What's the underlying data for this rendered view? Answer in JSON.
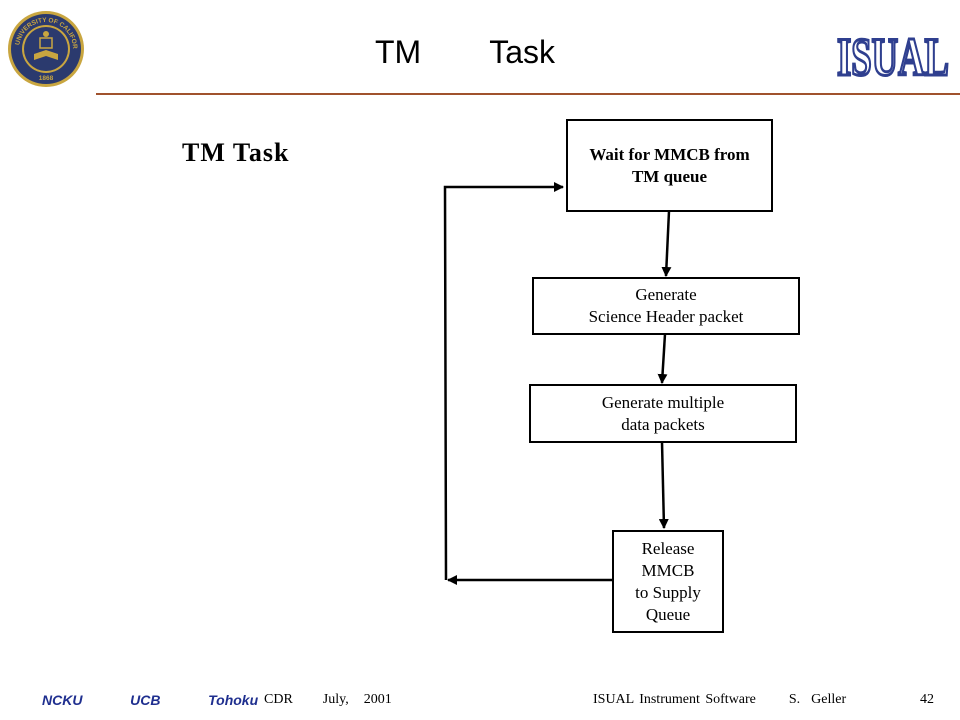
{
  "header": {
    "title": "TM   Task",
    "logo_text": "ISUAL",
    "seal_ring_text": "THE UNIVERSITY OF CALIFORNIA",
    "seal_year": "1868"
  },
  "diagram": {
    "title": "TM Task",
    "boxes": {
      "wait": [
        "Wait for MMCB from",
        "TM queue"
      ],
      "header_pkt": [
        "Generate",
        "Science Header packet"
      ],
      "data_pkts": [
        "Generate multiple",
        "data packets"
      ],
      "release": [
        "Release",
        "MMCB",
        "to Supply",
        "Queue"
      ]
    }
  },
  "footer": {
    "orgs": "NCKU   UCB   Tohoku",
    "event": "CDR    July,  2001",
    "doc": "ISUAL Instrument Software      S.  Geller",
    "page": "42"
  },
  "colors": {
    "rule": "#a0522d",
    "footer_orgs": "#1f2f8f",
    "seal_blue": "#2b3a6e",
    "seal_gold": "#c9a640",
    "logo_blue": "#2f3f8f"
  }
}
